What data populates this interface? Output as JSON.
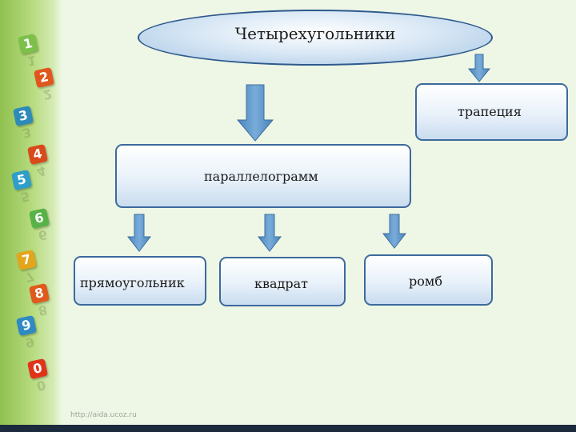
{
  "title": "Четырехугольники",
  "nodes": {
    "trapezoid": "трапеция",
    "parallelogram": "параллелограмм",
    "rectangle": "прямоугольник",
    "square": "квадрат",
    "rhombus": "ромб"
  },
  "decor": {
    "digits": [
      "1",
      "2",
      "3",
      "4",
      "5",
      "6",
      "7",
      "8",
      "9",
      "0"
    ],
    "cube_colors": [
      "#7cc04a",
      "#e0571e",
      "#2e8bb8",
      "#d94a1a",
      "#2f9ec9",
      "#57b347",
      "#e3a51b",
      "#e05a1c",
      "#2f8ac2",
      "#e0341a"
    ]
  },
  "footer_url": "http://aida.ucoz.ru",
  "colors": {
    "arrow": "#5a93c8",
    "box_border": "#3d6a9c",
    "background": "#eef6e6"
  }
}
